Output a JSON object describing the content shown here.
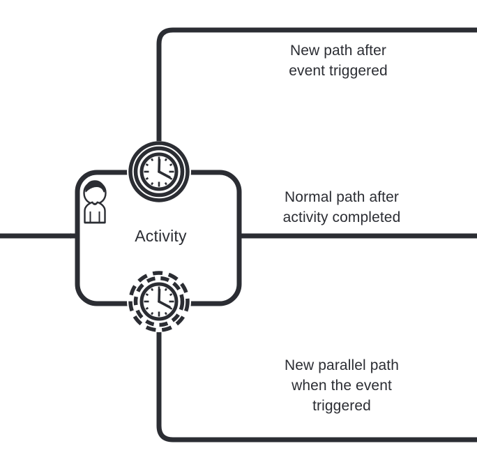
{
  "diagram": {
    "type": "bpmn-boundary-events",
    "colors": {
      "stroke": "#2b2d33",
      "background": "#ffffff",
      "text": "#2b2d33"
    },
    "activity": {
      "label": "Activity",
      "marker_icon": "user-icon",
      "task_type": "user-task"
    },
    "boundary_events": [
      {
        "id": "top-timer",
        "icon": "timer-clock-icon",
        "kind": "interrupting",
        "ring_style": "solid-double-circle"
      },
      {
        "id": "bottom-timer",
        "icon": "timer-clock-icon",
        "kind": "non-interrupting",
        "ring_style": "dashed-double-circle"
      }
    ],
    "flows": [
      {
        "id": "incoming-flow",
        "label": "",
        "arrowhead": "filled-triangle"
      },
      {
        "id": "top-flow",
        "label": "New path after\nevent triggered"
      },
      {
        "id": "normal-flow",
        "label": "Normal path after\nactivity completed"
      },
      {
        "id": "bottom-flow",
        "label": "New parallel path\nwhen the event\ntriggered"
      }
    ]
  },
  "labels": {
    "activity": "Activity",
    "top_path": "New path after\nevent triggered",
    "normal_path": "Normal path after\nactivity completed",
    "bottom_path": "New parallel path\nwhen the event\ntriggered"
  }
}
